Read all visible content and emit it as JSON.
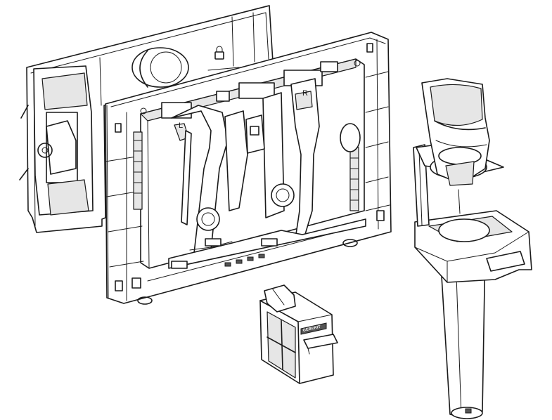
{
  "labels": {
    "left": "L",
    "right": "R",
    "brand": "GEBERIT"
  },
  "colors": {
    "ink": "#1a1a1a",
    "background": "#ffffff",
    "shade": "#e6e6e6"
  },
  "icons": [
    "lock-icon"
  ]
}
